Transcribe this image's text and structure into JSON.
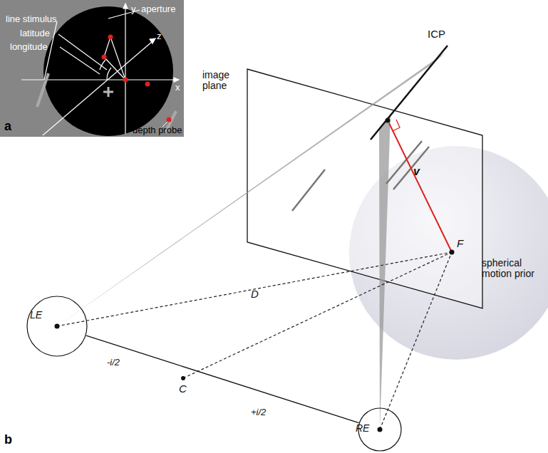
{
  "diagram": {
    "nodes": [
      {
        "text": [
          "LE"
        ]
      },
      {
        "text": [
          "RE"
        ]
      }
    ],
    "edges": [
      {
        "from": 0,
        "to": 1,
        "arrow": "none"
      }
    ],
    "labels": [
      "line stimulus",
      "latitude",
      "longitude",
      "aperture",
      "y",
      "z",
      "x",
      "depth probe",
      "a",
      "ICP",
      "image plane",
      "v",
      "F",
      "spherical motion prior",
      "D",
      "-i/2",
      "C",
      "+i/2",
      "b"
    ]
  }
}
